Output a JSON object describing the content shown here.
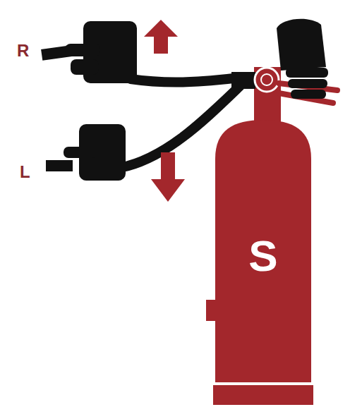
{
  "diagram": {
    "nodes": [
      {
        "text": [
          "S"
        ]
      }
    ],
    "labels": [
      "R",
      "L"
    ]
  }
}
